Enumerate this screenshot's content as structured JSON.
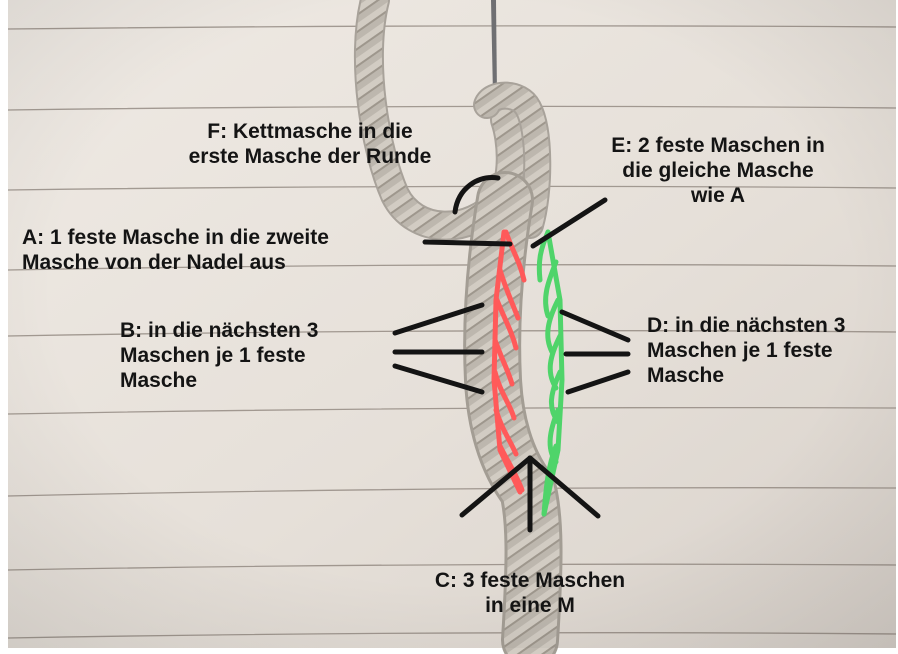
{
  "annotations": {
    "f": {
      "line1": "F: Kettmasche in die",
      "line2": "erste Masche der Runde"
    },
    "e": {
      "line1": "E: 2 feste Maschen in",
      "line2": "die  gleiche Masche",
      "line3": "wie A"
    },
    "a": {
      "line1": "A: 1 feste Masche in die zweite",
      "line2": "Masche von der Nadel aus"
    },
    "b": {
      "line1": "B: in die nächsten 3",
      "line2": "Maschen je 1 feste",
      "line3": "Masche"
    },
    "d": {
      "line1": "D: in die nächsten 3",
      "line2": "Maschen je 1 feste",
      "line3": "Masche"
    },
    "c": {
      "line1": "C: 3 feste Maschen",
      "line2": "in eine M"
    }
  },
  "colors": {
    "paper": "#e9e3dc",
    "ruled_line": "#8a8078",
    "yarn": "#b9b3aa",
    "red_stitch": "#ff5a5a",
    "green_stitch": "#4fd46a",
    "pointer_lines": "#141414"
  }
}
